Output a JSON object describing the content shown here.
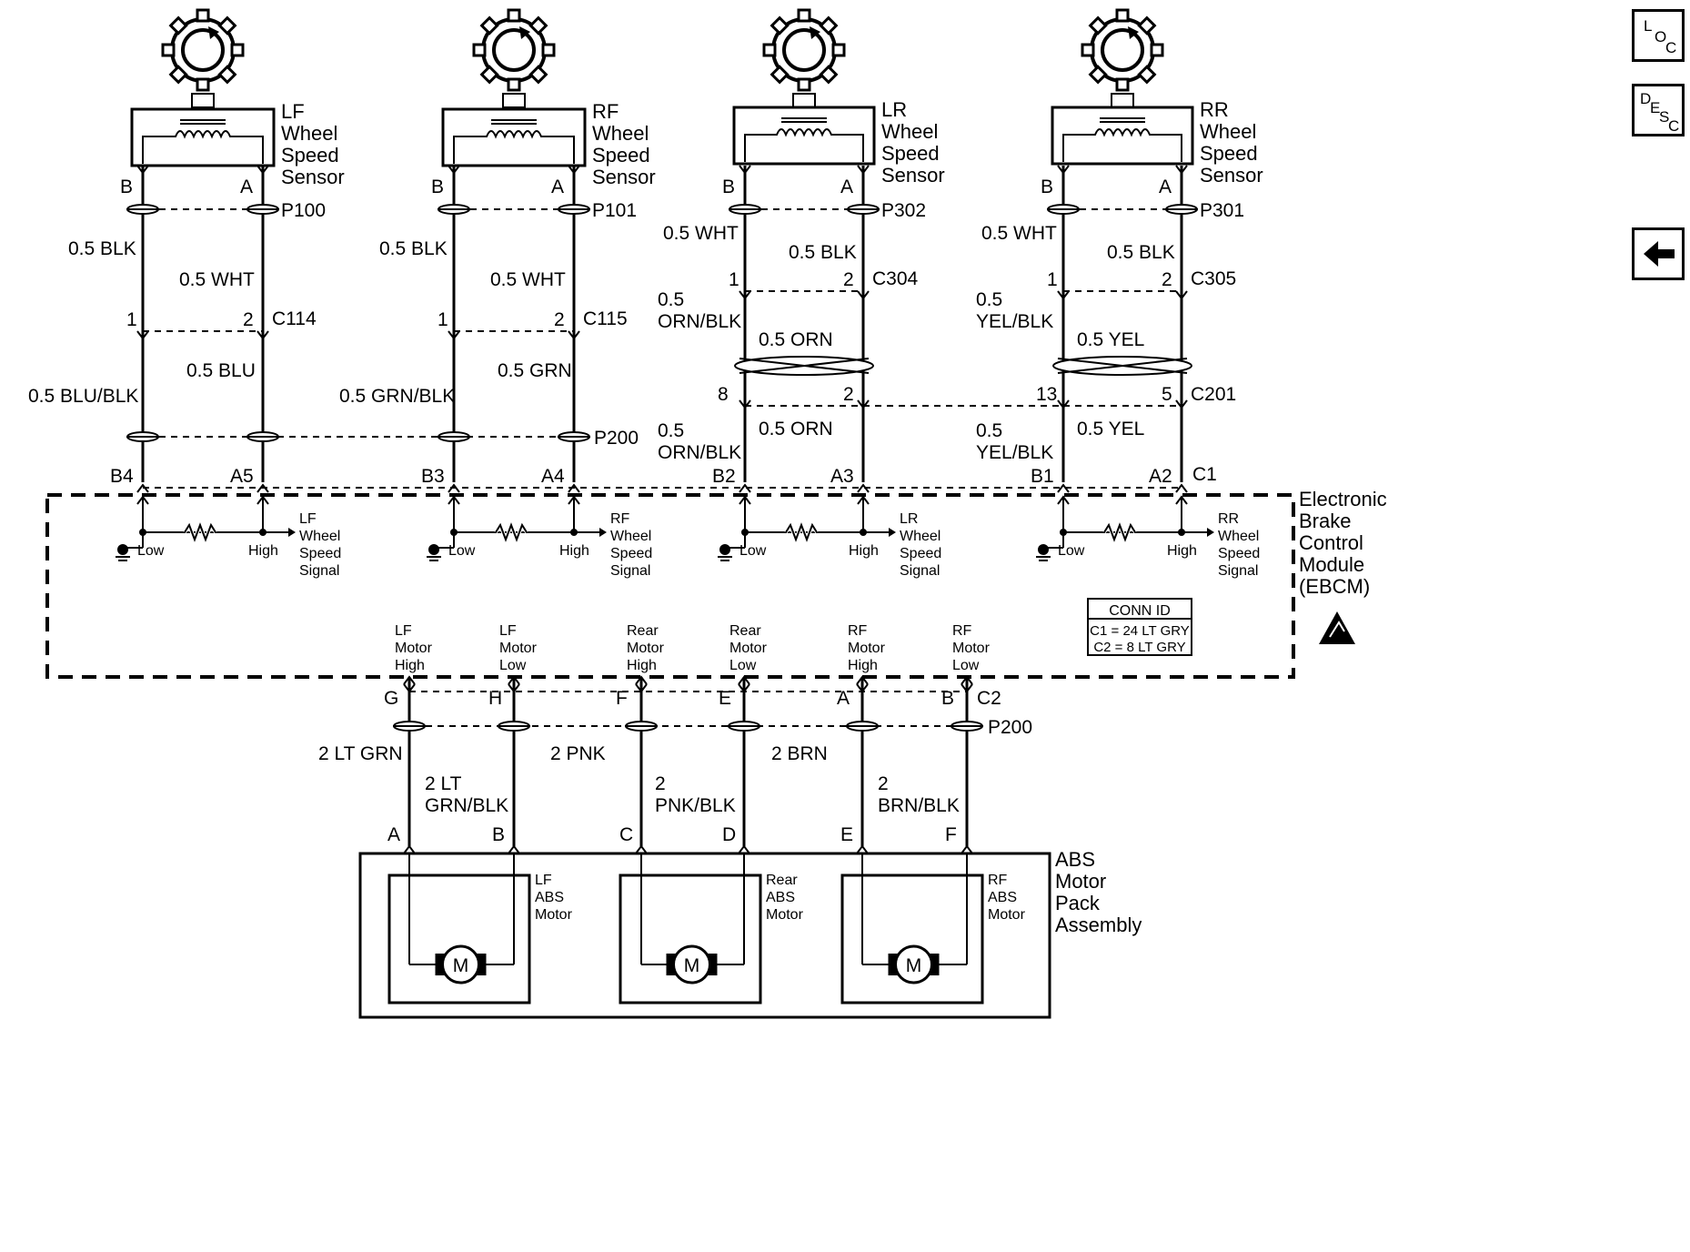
{
  "toolbar": {
    "loc": {
      "l": "L",
      "o": "O",
      "c": "C"
    },
    "desc": {
      "d": "D",
      "e": "E",
      "s": "S",
      "c": "C"
    }
  },
  "sensors": [
    {
      "name": [
        "LF",
        "Wheel",
        "Speed",
        "Sensor"
      ],
      "pinB": "B",
      "pinA": "A",
      "conn": "P100",
      "wireB": [
        "0.5 BLK"
      ],
      "wireA": [
        "0.5 WHT"
      ],
      "pin1": "1",
      "pin2": "2",
      "conn2": "C114",
      "wireB2": [
        "0.5 BLU/BLK"
      ],
      "wireA2": [
        "0.5 BLU"
      ],
      "cross": false,
      "ebcmB": "B4",
      "ebcmA": "A5",
      "signal": [
        "LF",
        "Wheel",
        "Speed",
        "Signal"
      ],
      "low": "Low",
      "high": "High"
    },
    {
      "name": [
        "RF",
        "Wheel",
        "Speed",
        "Sensor"
      ],
      "pinB": "B",
      "pinA": "A",
      "conn": "P101",
      "wireB": [
        "0.5 BLK"
      ],
      "wireA": [
        "0.5 WHT"
      ],
      "pin1": "1",
      "pin2": "2",
      "conn2": "C115",
      "wireB2": [
        "0.5 GRN/BLK"
      ],
      "wireA2": [
        "0.5 GRN"
      ],
      "cross": false,
      "ebcmB": "B3",
      "ebcmA": "A4",
      "p200": "P200",
      "signal": [
        "RF",
        "Wheel",
        "Speed",
        "Signal"
      ],
      "low": "Low",
      "high": "High"
    },
    {
      "name": [
        "LR",
        "Wheel",
        "Speed",
        "Sensor"
      ],
      "pinB": "B",
      "pinA": "A",
      "conn": "P302",
      "wireB": [
        "0.5 WHT"
      ],
      "wireA": [
        "0.5 BLK"
      ],
      "pin1": "1",
      "pin2": "2",
      "conn2": "C304",
      "wireB2": [
        "0.5",
        "ORN/BLK"
      ],
      "wireA2": [
        "0.5 ORN"
      ],
      "cross": true,
      "pin3": "8",
      "pin4": "2",
      "wireB3": [
        "0.5",
        "ORN/BLK"
      ],
      "wireA3": [
        "0.5 ORN"
      ],
      "ebcmB": "B2",
      "ebcmA": "A3",
      "signal": [
        "LR",
        "Wheel",
        "Speed",
        "Signal"
      ],
      "low": "Low",
      "high": "High"
    },
    {
      "name": [
        "RR",
        "Wheel",
        "Speed",
        "Sensor"
      ],
      "pinB": "B",
      "pinA": "A",
      "conn": "P301",
      "wireB": [
        "0.5 WHT"
      ],
      "wireA": [
        "0.5 BLK"
      ],
      "pin1": "1",
      "pin2": "2",
      "conn2": "C305",
      "wireB2": [
        "0.5",
        "YEL/BLK"
      ],
      "wireA2": [
        "0.5 YEL"
      ],
      "cross": true,
      "pin3": "13",
      "pin4": "5",
      "conn3": "C201",
      "wireB3": [
        "0.5",
        "YEL/BLK"
      ],
      "wireA3": [
        "0.5 YEL"
      ],
      "ebcmB": "B1",
      "ebcmA": "A2",
      "ebcmConn": "C1",
      "signal": [
        "RR",
        "Wheel",
        "Speed",
        "Signal"
      ],
      "low": "Low",
      "high": "High"
    }
  ],
  "ebcm": {
    "label": [
      "Electronic",
      "Brake",
      "Control",
      "Module",
      "(EBCM)"
    ]
  },
  "conn_id": {
    "title": "CONN ID",
    "c1": "C1 = 24 LT GRY",
    "c2": "C2 = 8 LT GRY"
  },
  "motor_outputs": [
    {
      "label": [
        "LF",
        "Motor",
        "High"
      ],
      "pin": "G",
      "wire": [
        "2 LT GRN"
      ],
      "pack_pin": "A"
    },
    {
      "label": [
        "LF",
        "Motor",
        "Low"
      ],
      "pin": "H",
      "wire": [
        "2 LT",
        "GRN/BLK"
      ],
      "pack_pin": "B"
    },
    {
      "label": [
        "Rear",
        "Motor",
        "High"
      ],
      "pin": "F",
      "wire": [
        "2 PNK"
      ],
      "pack_pin": "C"
    },
    {
      "label": [
        "Rear",
        "Motor",
        "Low"
      ],
      "pin": "E",
      "wire": [
        "2",
        "PNK/BLK"
      ],
      "pack_pin": "D"
    },
    {
      "label": [
        "RF",
        "Motor",
        "High"
      ],
      "pin": "A",
      "wire": [
        "2 BRN"
      ],
      "pack_pin": "E"
    },
    {
      "label": [
        "RF",
        "Motor",
        "Low"
      ],
      "pin": "B",
      "wire": [
        "2",
        "BRN/BLK"
      ],
      "pack_pin": "F"
    }
  ],
  "c2_label": "C2",
  "p200_bottom": "P200",
  "motor_pack": {
    "label": [
      "ABS",
      "Motor",
      "Pack",
      "Assembly"
    ],
    "motors": [
      {
        "label": [
          "LF",
          "ABS",
          "Motor"
        ],
        "symbol": "M"
      },
      {
        "label": [
          "Rear",
          "ABS",
          "Motor"
        ],
        "symbol": "M"
      },
      {
        "label": [
          "RF",
          "ABS",
          "Motor"
        ],
        "symbol": "M"
      }
    ]
  }
}
